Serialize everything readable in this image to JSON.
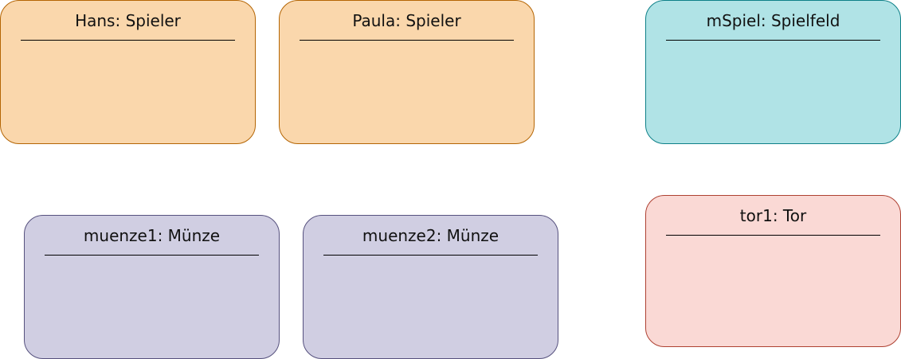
{
  "objects": [
    {
      "id": "hans",
      "label": "Hans: Spieler",
      "fill": "#fad7ac",
      "stroke": "#b46504"
    },
    {
      "id": "paula",
      "label": "Paula: Spieler",
      "fill": "#fad7ac",
      "stroke": "#b46504"
    },
    {
      "id": "mspiel",
      "label": "mSpiel: Spielfeld",
      "fill": "#b0e3e6",
      "stroke": "#0e8088"
    },
    {
      "id": "m1",
      "label": "muenze1: Münze",
      "fill": "#d0cee2",
      "stroke": "#56517e"
    },
    {
      "id": "m2",
      "label": "muenze2: Münze",
      "fill": "#d0cee2",
      "stroke": "#56517e"
    },
    {
      "id": "tor",
      "label": "tor1: Tor",
      "fill": "#fad9d5",
      "stroke": "#ae4132"
    }
  ]
}
